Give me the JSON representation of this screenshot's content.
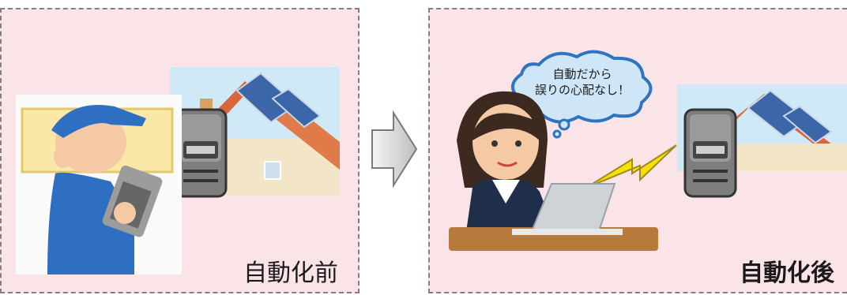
{
  "panels": {
    "before": {
      "label": "自動化前"
    },
    "after": {
      "label": "自動化後"
    }
  },
  "bubble": {
    "line1": "自動だから",
    "line2": "誤りの心配なし！"
  },
  "colors": {
    "panel_bg": "#fbe4e8",
    "dash_border": "#808080",
    "sky": "#cfe9f7",
    "roof": "#d9663a",
    "solar": "#3b66a8",
    "meter": "#7d7d7d",
    "bubble_fill": "#cfe6f8",
    "bubble_stroke": "#2f74c0",
    "lightning": "#f2e300"
  },
  "icons": [
    "meter-reader-worker",
    "house-with-solar-panels",
    "gas-meter",
    "arrow-right",
    "office-worker-laptop",
    "thought-bubble",
    "lightning-bolt"
  ]
}
